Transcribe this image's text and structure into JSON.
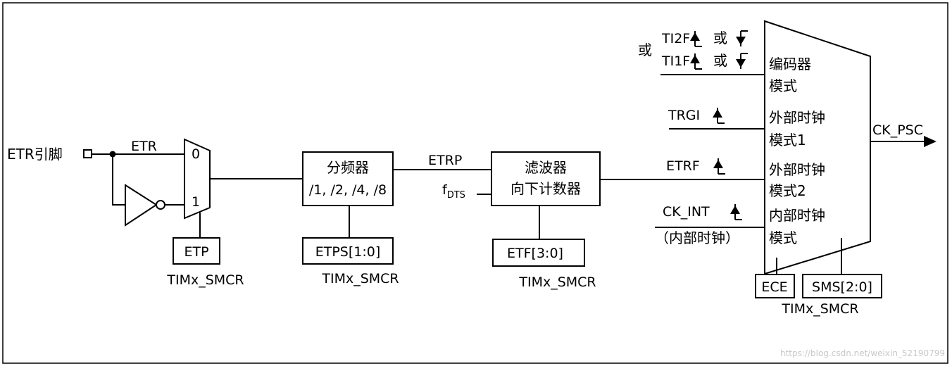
{
  "etr_pin": {
    "label": "ETR引脚"
  },
  "etr_line": {
    "label": "ETR"
  },
  "mux": {
    "input0": "0",
    "input1": "1"
  },
  "etp": {
    "label": "ETP",
    "register": "TIMx_SMCR"
  },
  "prescaler": {
    "line1": "分频器",
    "line2": "/1, /2, /4, /8",
    "reg_label": "ETPS[1:0]",
    "register": "TIMx_SMCR"
  },
  "etrp": {
    "label": "ETRP"
  },
  "fdts": {
    "main": "f",
    "sub": "DTS"
  },
  "filter": {
    "line1": "滤波器",
    "line2": "向下计数器",
    "reg_label": "ETF[3:0]",
    "register": "TIMx_SMCR"
  },
  "inputs": {
    "or_prefix": "或",
    "ti2f": {
      "label": "TI2F",
      "or": "或"
    },
    "ti1f": {
      "label": "TI1F",
      "or": "或"
    },
    "trgi": {
      "label": "TRGI"
    },
    "etrf": {
      "label": "ETRF"
    },
    "ck_int": {
      "label": "CK_INT",
      "note": "（内部时钟）"
    }
  },
  "mode_block": {
    "encoder_1": "编码器",
    "encoder_2": "模式",
    "ext1_1": "外部时钟",
    "ext1_2": "模式1",
    "ext2_1": "外部时钟",
    "ext2_2": "模式2",
    "int_1": "内部时钟",
    "int_2": "模式",
    "ece": "ECE",
    "sms": "SMS[2:0]",
    "register": "TIMx_SMCR"
  },
  "output": {
    "label": "CK_PSC"
  },
  "watermark": "https://blog.csdn.net/weixin_52190799"
}
